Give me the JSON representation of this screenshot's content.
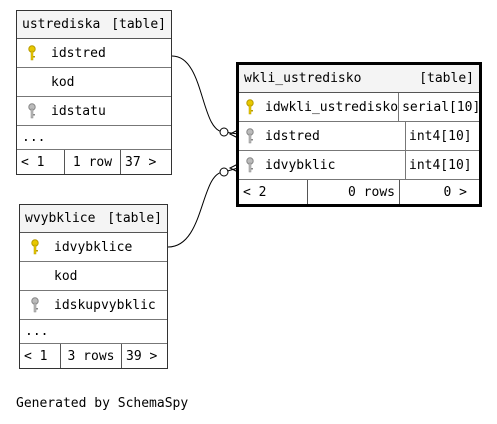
{
  "tables": {
    "ustrediska": {
      "name": "ustrediska",
      "kind": "[table]",
      "columns": [
        {
          "name": "idstred",
          "key": "primary"
        },
        {
          "name": "kod",
          "key": "none"
        },
        {
          "name": "idstatu",
          "key": "foreign"
        }
      ],
      "ellipsis": "...",
      "footer": {
        "nav": "< 1",
        "rows": "1 row",
        "count": "37 >"
      }
    },
    "wkli_ustredisko": {
      "name": "wkli_ustredisko",
      "kind": "[table]",
      "columns": [
        {
          "name": "idwkli_ustredisko",
          "type": "serial[10]",
          "key": "primary"
        },
        {
          "name": "idstred",
          "type": "int4[10]",
          "key": "foreign"
        },
        {
          "name": "idvybklic",
          "type": "int4[10]",
          "key": "foreign"
        }
      ],
      "footer": {
        "nav": "< 2",
        "rows": "0 rows",
        "count": "0 >"
      }
    },
    "wvybklice": {
      "name": "wvybklice",
      "kind": "[table]",
      "columns": [
        {
          "name": "idvybklice",
          "key": "primary"
        },
        {
          "name": "kod",
          "key": "none"
        },
        {
          "name": "idskupvybklic",
          "key": "foreign"
        }
      ],
      "ellipsis": "...",
      "footer": {
        "nav": "< 1",
        "rows": "3 rows",
        "count": "39 >"
      }
    }
  },
  "relationships": [
    {
      "from": "wkli_ustredisko.idstred",
      "to": "ustrediska.idstred"
    },
    {
      "from": "wkli_ustredisko.idvybklic",
      "to": "wvybklice.idvybklice"
    }
  ],
  "caption": "Generated by SchemaSpy",
  "colors": {
    "primary_key": "#e8c800",
    "foreign_key": "#9a9a9a",
    "header_bg": "#f4f4f4"
  }
}
